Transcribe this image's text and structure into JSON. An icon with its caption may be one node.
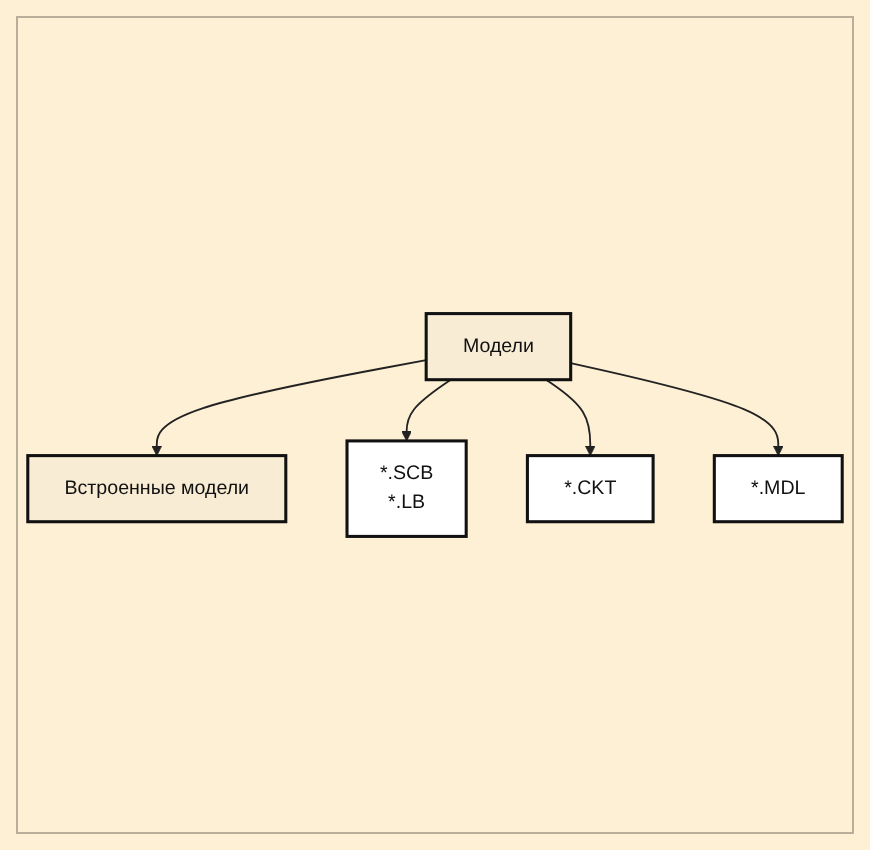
{
  "diagram": {
    "nodes": [
      {
        "text": [
          "Модели"
        ]
      },
      {
        "text": [
          "Встроенные модели"
        ]
      },
      {
        "text": [
          "*.SCB",
          "*.LB"
        ]
      },
      {
        "text": [
          "*.CKT"
        ]
      },
      {
        "text": [
          "*.MDL"
        ]
      }
    ],
    "edges": [
      {
        "from": 0,
        "to": 1,
        "arrow": "to"
      },
      {
        "from": 0,
        "to": 2,
        "arrow": "to"
      },
      {
        "from": 0,
        "to": 3,
        "arrow": "to"
      },
      {
        "from": 0,
        "to": 4,
        "arrow": "to"
      }
    ]
  }
}
